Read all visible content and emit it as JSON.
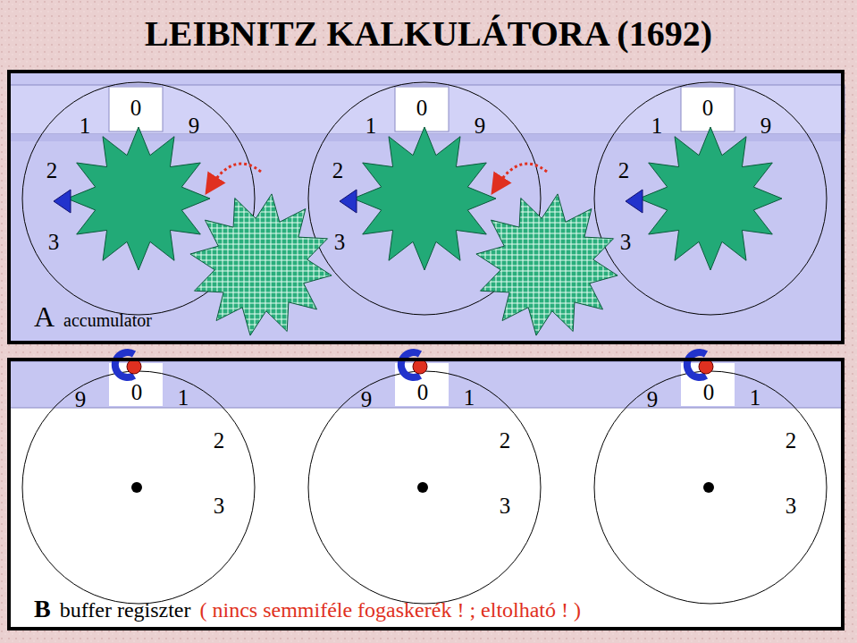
{
  "diagram": {
    "title": "LEIBNITZ KALKULÁTORA (1692)",
    "nodes": [
      {
        "text": [
          "A",
          "accumulator"
        ]
      },
      {
        "text": [
          "B",
          "buffer regiszter",
          "( nincs semmiféle fogaskerék ! ; eltolható ! )"
        ]
      }
    ],
    "labels": [
      "1",
      "0",
      "9",
      "1",
      "0",
      "9",
      "1",
      "0",
      "9",
      "2",
      "2",
      "2",
      "3",
      "3",
      "3",
      "9",
      "0",
      "1",
      "9",
      "0",
      "1",
      "9",
      "0",
      "1",
      "2",
      "2",
      "2",
      "3",
      "3",
      "3"
    ]
  }
}
